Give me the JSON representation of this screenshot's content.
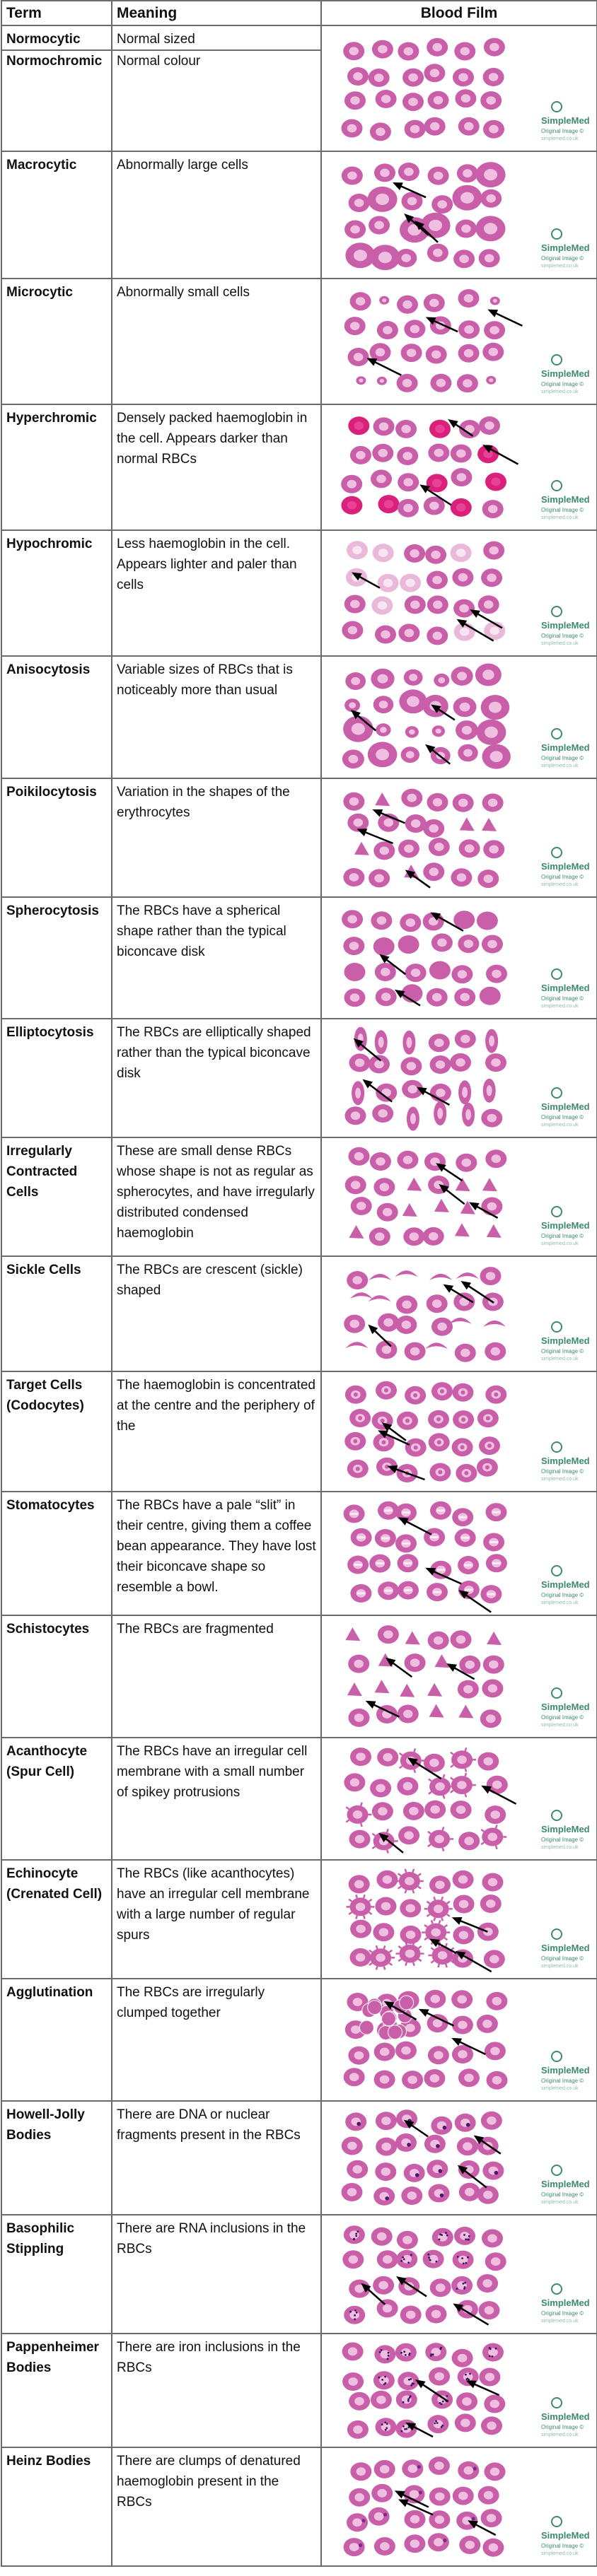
{
  "headers": {
    "term": "Term",
    "meaning": "Meaning",
    "film": "Blood Film"
  },
  "logo": {
    "brand": "SimpleMed",
    "tag": "Original Image ©",
    "url": "simplemed.co.uk"
  },
  "colors": {
    "cell": "#c85fa8",
    "cell_light": "#f3c9e6",
    "border": "#6b6b6b",
    "brand_green": "#3d8a6e"
  },
  "rows": [
    {
      "term": "Normocytic",
      "term2": "Normochromic",
      "meaning": "Normal sized",
      "meaning2": "Normal colour",
      "kind": "normal"
    },
    {
      "term": "Macrocytic",
      "meaning": "Abnormally large cells",
      "kind": "macro"
    },
    {
      "term": "Microcytic",
      "meaning": "Abnormally small cells",
      "kind": "micro"
    },
    {
      "term": "Hyperchromic",
      "meaning": "Densely packed haemoglobin in the cell. Appears darker than normal RBCs",
      "kind": "hyper"
    },
    {
      "term": "Hypochromic",
      "meaning": "Less haemoglobin in the cell. Appears lighter and paler than cells",
      "kind": "hypo"
    },
    {
      "term": "Anisocytosis",
      "meaning": "Variable sizes of RBCs that is noticeably more than usual",
      "kind": "aniso"
    },
    {
      "term": "Poikilocytosis",
      "meaning": "Variation in the shapes of the erythrocytes",
      "kind": "poik"
    },
    {
      "term": "Spherocytosis",
      "meaning": "The RBCs have a spherical shape rather than the typical biconcave disk",
      "kind": "sphero"
    },
    {
      "term": "Elliptocytosis",
      "meaning": "The RBCs are elliptically shaped rather than the typical biconcave disk",
      "kind": "ellipto"
    },
    {
      "term": "Irregularly Contracted Cells",
      "meaning": "These are small dense RBCs whose shape is not as regular as spherocytes, and have irregularly distributed condensed haemoglobin",
      "kind": "irc"
    },
    {
      "term": "Sickle Cells",
      "meaning": "The RBCs are crescent (sickle) shaped",
      "kind": "sickle"
    },
    {
      "term": "Target Cells (Codocytes)",
      "meaning": "The haemoglobin is concentrated at the centre and the periphery of the",
      "kind": "target"
    },
    {
      "term": "Stomatocytes",
      "meaning": "The RBCs have a pale “slit” in their centre, giving them a coffee bean appearance. They have lost their biconcave shape so resemble a bowl.",
      "kind": "stomato"
    },
    {
      "term": "Schistocytes",
      "meaning": "The RBCs are fragmented",
      "kind": "schisto"
    },
    {
      "term": "Acanthocyte (Spur Cell)",
      "meaning": "The RBCs have an irregular cell membrane with a small number of spikey protrusions",
      "kind": "acantho"
    },
    {
      "term": "Echinocyte (Crenated Cell)",
      "meaning": "The RBCs (like acanthocytes) have an irregular cell membrane with a large number of regular spurs",
      "kind": "echino"
    },
    {
      "term": "Agglutination",
      "meaning": "The RBCs are irregularly clumped together",
      "kind": "agglut"
    },
    {
      "term": "Howell-Jolly Bodies",
      "meaning": "There are DNA or nuclear fragments present in the RBCs",
      "kind": "howell"
    },
    {
      "term": "Basophilic Stippling",
      "meaning": "There are RNA inclusions in the RBCs",
      "kind": "baso"
    },
    {
      "term": "Pappenheimer Bodies",
      "meaning": "There are iron inclusions in the RBCs",
      "kind": "pappen"
    },
    {
      "term": "Heinz Bodies",
      "meaning": "There are clumps of denatured haemoglobin present in the RBCs",
      "kind": "heinz"
    }
  ]
}
